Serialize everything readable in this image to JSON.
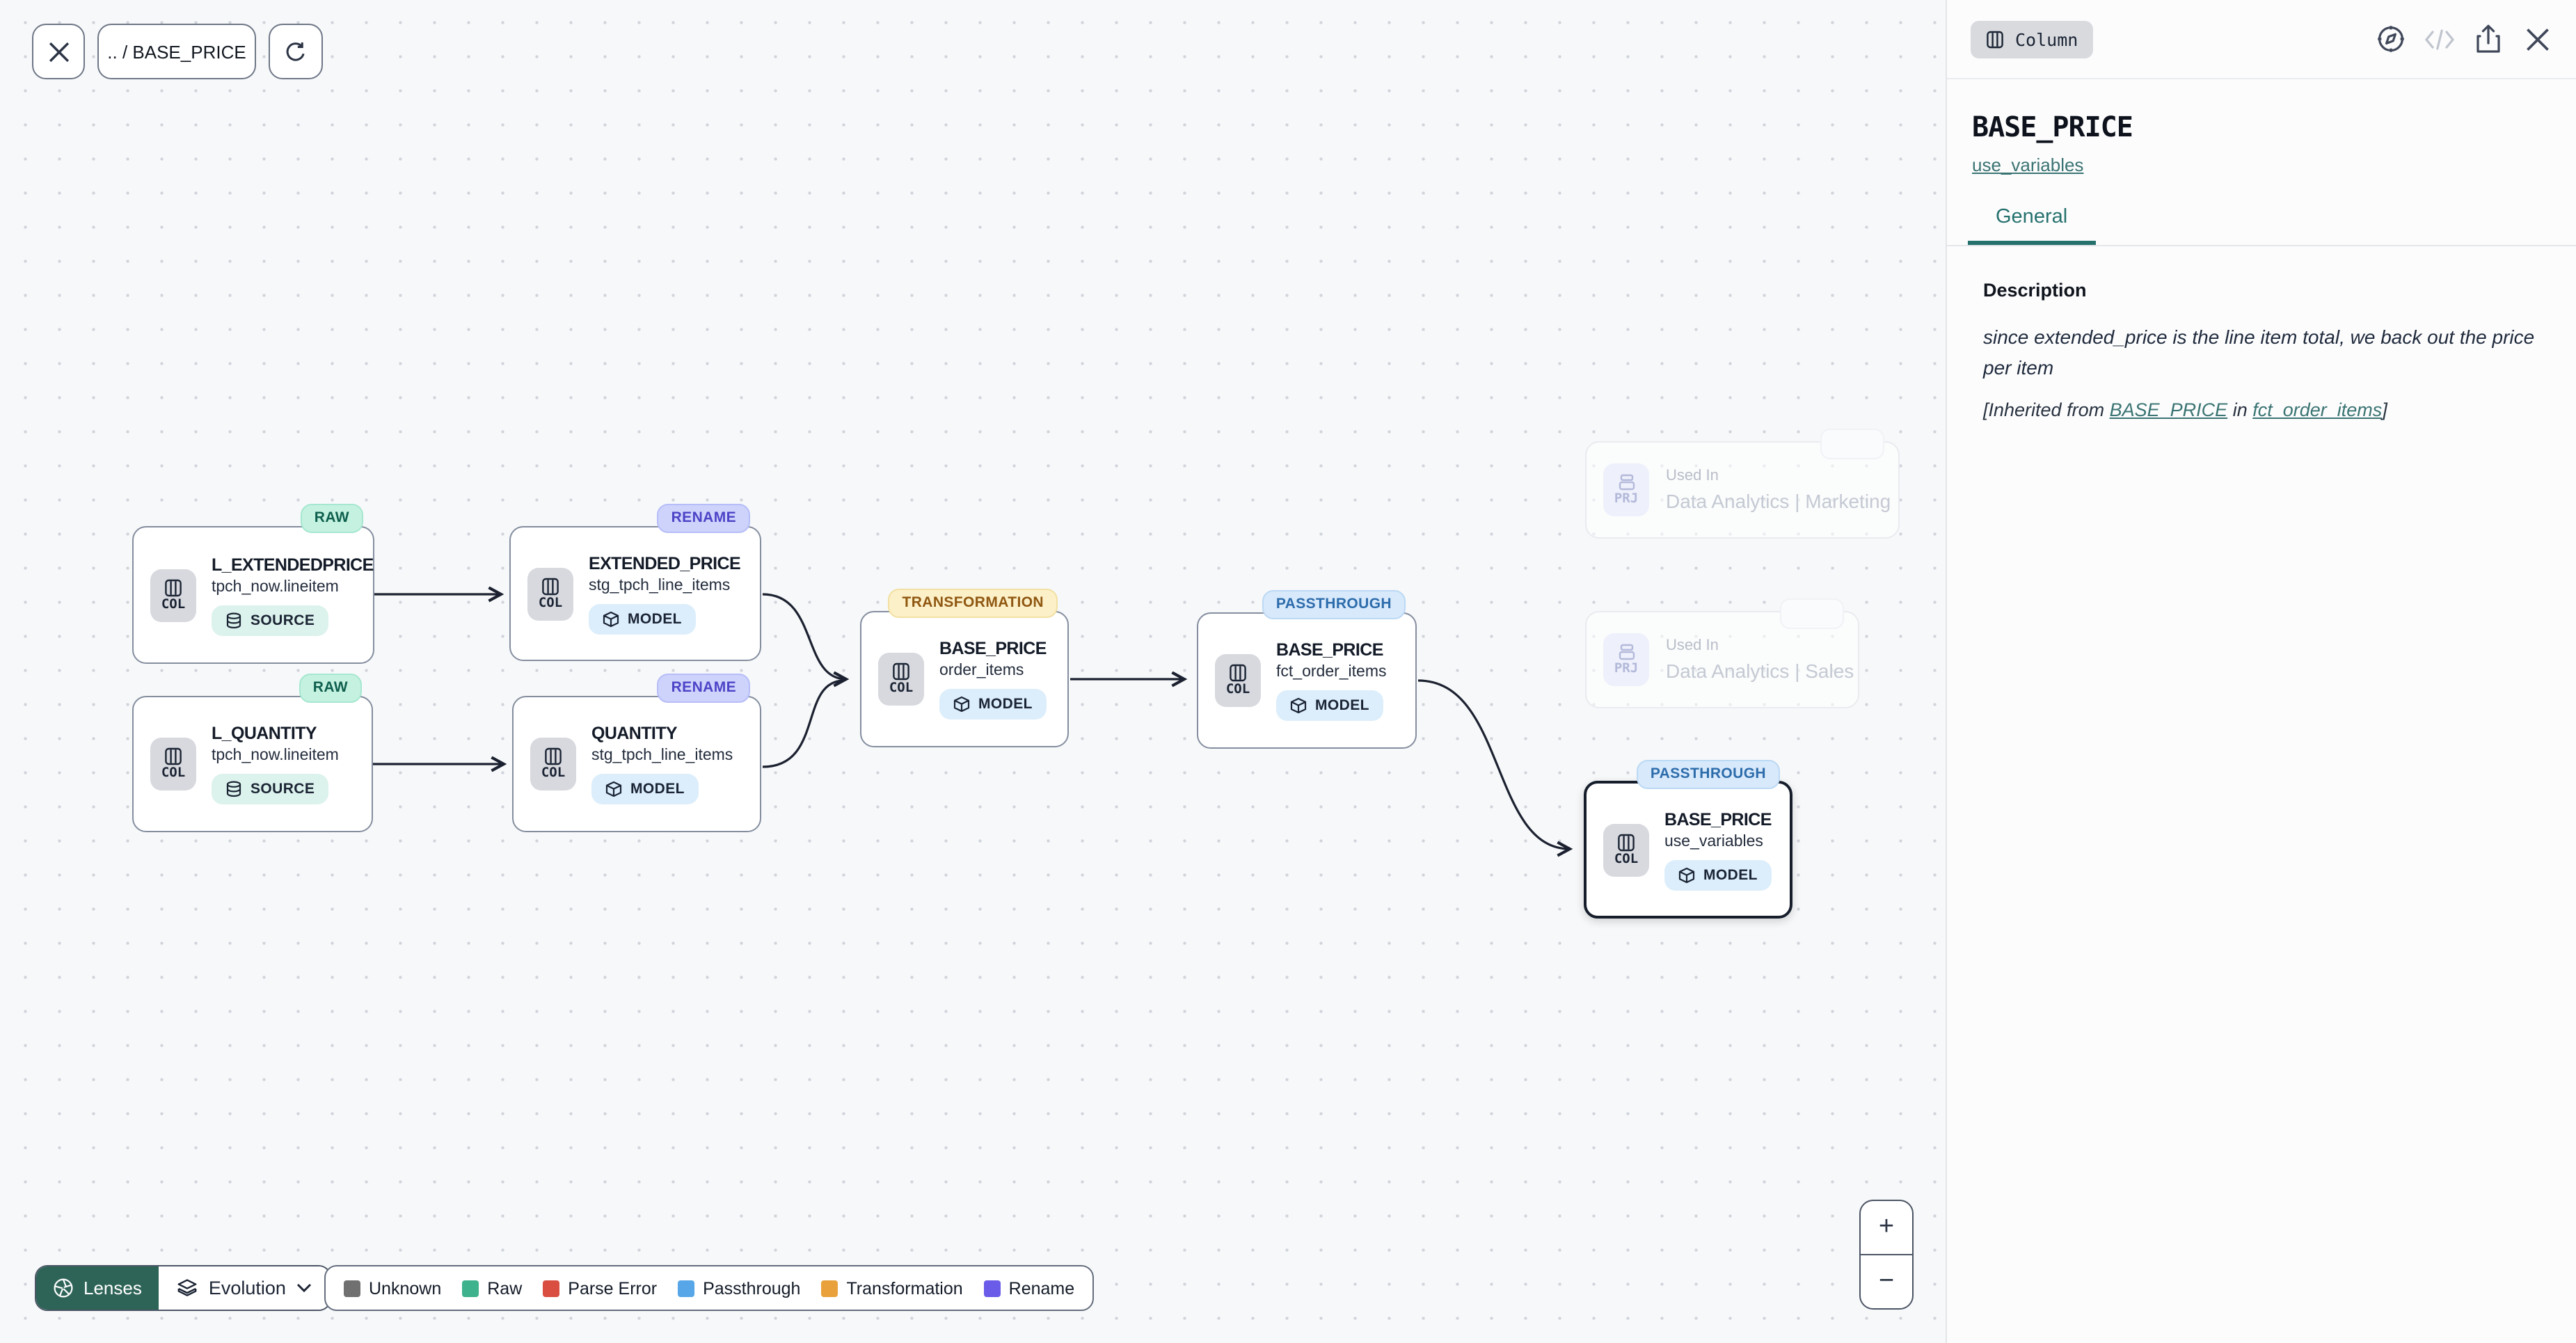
{
  "theme": {
    "canvas_bg": "#f7f8f9",
    "panel_bg": "#fcfcfd",
    "teal_link": "#3a7472",
    "tab_teal": "#25716d",
    "node_border": "#848e9f",
    "selected_node_border": "#161d2b",
    "edge_color": "#1b2130",
    "lenses_green": "#2e6457",
    "source_pill_bg": "#dcf2ec",
    "model_pill_bg": "#dceefb",
    "kind_chip_bg": "#d7d9de"
  },
  "toolbar": {
    "breadcrumb": ".. / BASE_PRICE",
    "close_icon": "close",
    "refresh_icon": "refresh"
  },
  "nodes": [
    {
      "title": "L_EXTENDEDPRICE",
      "subtitle": "tpch_now.lineitem",
      "kind": "COL",
      "pill": "SOURCE",
      "pill_icon": "database",
      "badge": {
        "label": "RAW",
        "bg": "#c5f2e0",
        "border": "#a5e7d0",
        "fg": "#0f5f4e"
      }
    },
    {
      "title": "EXTENDED_PRICE",
      "subtitle": "stg_tpch_line_items",
      "kind": "COL",
      "pill": "MODEL",
      "pill_icon": "cube",
      "badge": {
        "label": "RENAME",
        "bg": "#cdd3fb",
        "border": "#b6bdf8",
        "fg": "#4c43c7"
      }
    },
    {
      "title": "L_QUANTITY",
      "subtitle": "tpch_now.lineitem",
      "kind": "COL",
      "pill": "SOURCE",
      "pill_icon": "database",
      "badge": {
        "label": "RAW",
        "bg": "#c5f2e0",
        "border": "#a5e7d0",
        "fg": "#0f5f4e"
      }
    },
    {
      "title": "QUANTITY",
      "subtitle": "stg_tpch_line_items",
      "kind": "COL",
      "pill": "MODEL",
      "pill_icon": "cube",
      "badge": {
        "label": "RENAME",
        "bg": "#cdd3fb",
        "border": "#b6bdf8",
        "fg": "#4c43c7"
      }
    },
    {
      "title": "BASE_PRICE",
      "subtitle": "order_items",
      "kind": "COL",
      "pill": "MODEL",
      "pill_icon": "cube",
      "badge": {
        "label": "TRANSFORMATION",
        "bg": "#fcf0c8",
        "border": "#f2e0a2",
        "fg": "#8f5711"
      }
    },
    {
      "title": "BASE_PRICE",
      "subtitle": "fct_order_items",
      "kind": "COL",
      "pill": "MODEL",
      "pill_icon": "cube",
      "badge": {
        "label": "PASSTHROUGH",
        "bg": "#d7e9fb",
        "border": "#bcd9f4",
        "fg": "#2d6cab"
      }
    },
    {
      "title": "BASE_PRICE",
      "subtitle": "use_variables",
      "kind": "COL",
      "pill": "MODEL",
      "pill_icon": "cube",
      "selected": true,
      "badge": {
        "label": "PASSTHROUGH",
        "bg": "#d7e9fb",
        "border": "#bcd9f4",
        "fg": "#2d6cab"
      }
    }
  ],
  "ghosts": [
    {
      "kind": "PRJ",
      "label": "Used In",
      "name": "Data Analytics | Marketing"
    },
    {
      "kind": "PRJ",
      "label": "Used In",
      "name": "Data Analytics | Sales"
    }
  ],
  "lenses": {
    "button": "Lenses",
    "mode": "Evolution",
    "lenses_icon": "aperture",
    "mode_icon": "layers",
    "chevron_icon": "chevron-down"
  },
  "legend": {
    "items": [
      {
        "label": "Unknown",
        "color": "#707070"
      },
      {
        "label": "Raw",
        "color": "#3eb18d"
      },
      {
        "label": "Parse Error",
        "color": "#da4e42"
      },
      {
        "label": "Passthrough",
        "color": "#57a7e8"
      },
      {
        "label": "Transformation",
        "color": "#e9a23b"
      },
      {
        "label": "Rename",
        "color": "#6a5ce8"
      }
    ]
  },
  "zoom": {
    "in": "+",
    "out": "−"
  },
  "panel": {
    "type_chip": "Column",
    "header_icons": [
      "compass",
      "code-disabled",
      "share",
      "close"
    ],
    "title": "BASE_PRICE",
    "model_link": "use_variables",
    "tab": "General",
    "description_label": "Description",
    "description_text": "since extended_price is the line item total, we back out the price per item",
    "inherited": {
      "prefix": "[Inherited from ",
      "link_column": "BASE_PRICE",
      "middle": " in ",
      "link_model": "fct_order_items",
      "suffix": "]"
    }
  }
}
